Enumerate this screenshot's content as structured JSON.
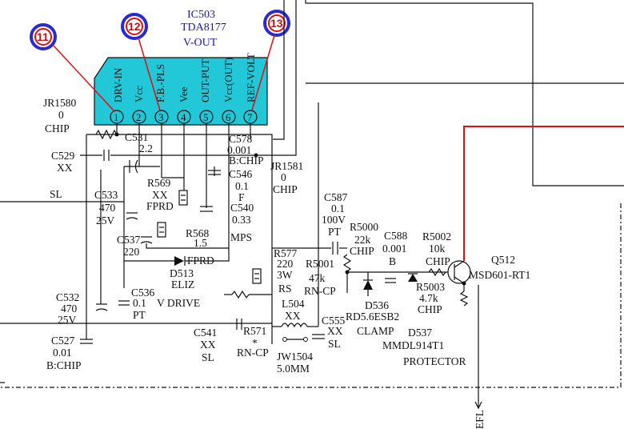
{
  "ic": {
    "ref": "IC503",
    "part": "TDA8177",
    "function": "V-OUT",
    "pins": [
      {
        "num": "1",
        "name": "DRV-IN"
      },
      {
        "num": "2",
        "name": "Vcc"
      },
      {
        "num": "3",
        "name": "F.B.-PLS"
      },
      {
        "num": "4",
        "name": "Vee"
      },
      {
        "num": "5",
        "name": "OUT-PUT"
      },
      {
        "num": "6",
        "name": "Vcc(OUT)"
      },
      {
        "num": "7",
        "name": "REF-VOLT"
      }
    ]
  },
  "callouts": [
    "11",
    "12",
    "13"
  ],
  "labels": {
    "jr1580": [
      "JR1580",
      "0",
      "CHIP"
    ],
    "c529": [
      "C529",
      "XX"
    ],
    "c531": [
      "C531",
      "2.2"
    ],
    "c578": [
      "C578",
      "0.001",
      "B:CHIP"
    ],
    "jr1581": [
      "JR1581",
      "0",
      "CHIP"
    ],
    "sl": "SL",
    "c533": [
      "C533",
      "470",
      "25V"
    ],
    "r569": [
      "R569",
      "XX",
      "FPRD"
    ],
    "c546": [
      "C546",
      "0.1",
      "F"
    ],
    "c540": [
      "C540",
      "0.33",
      "MPS"
    ],
    "c537": [
      "C537",
      "220"
    ],
    "r568": [
      "R568",
      "1.5"
    ],
    "fprd2": "FPRD",
    "d513": [
      "D513",
      "ELIZ"
    ],
    "c587": [
      "C587",
      "0.1",
      "100V",
      "PT"
    ],
    "r5000": [
      "R5000",
      "22k",
      "CHIP"
    ],
    "c588": [
      "C588",
      "0.001",
      "B"
    ],
    "r5002": [
      "R5002",
      "10k",
      "CHIP"
    ],
    "q512": [
      "Q512",
      "MSD601-RT1"
    ],
    "r577": [
      "R577",
      "220",
      "3W",
      "RS"
    ],
    "r5001": [
      "R5001",
      "47k",
      "RN-CP"
    ],
    "r5003": [
      "R5003",
      "4.7k",
      "CHIP"
    ],
    "c536": [
      "C536",
      "0.1",
      "PT"
    ],
    "vdrive": "V DRIVE",
    "c532": [
      "C532",
      "470",
      "25V"
    ],
    "l504": [
      "L504",
      "XX"
    ],
    "c555": [
      "C555",
      "XX",
      "SL"
    ],
    "d536": [
      "D536",
      "RD5.6ESB2",
      "CLAMP"
    ],
    "d537": [
      "D537",
      "MMDL914T1",
      "PROTECTOR"
    ],
    "c527": [
      "C527",
      "0.01",
      "B:CHIP"
    ],
    "c541": [
      "C541",
      "XX",
      "SL"
    ],
    "r571": [
      "R571",
      "*",
      "RN-CP"
    ],
    "jw1504": [
      "JW1504",
      "5.0MM"
    ],
    "efl": "EFL"
  },
  "colors": {
    "ic_fill": "#22c7d8",
    "highlight": "#e01010",
    "ic_text": "#1a1aa0",
    "callout_ring": "#2a2ad0"
  }
}
